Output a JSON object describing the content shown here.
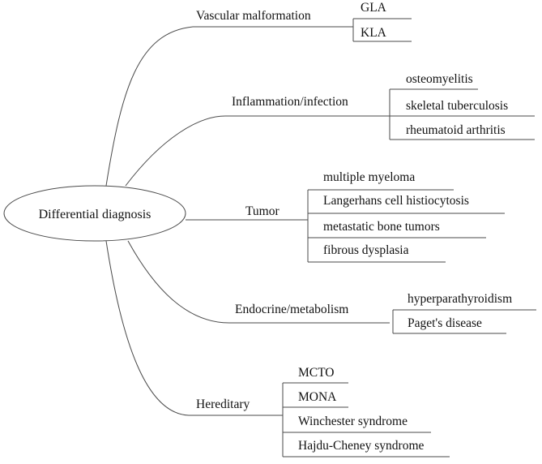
{
  "root": "Differential diagnosis",
  "categories": [
    {
      "label": "Vascular malformation",
      "items": [
        "GLA",
        "KLA"
      ]
    },
    {
      "label": "Inflammation/infection",
      "items": [
        "osteomyelitis",
        "skeletal tuberculosis",
        "rheumatoid arthritis"
      ]
    },
    {
      "label": "Tumor",
      "items": [
        "multiple myeloma",
        "Langerhans cell histiocytosis",
        "metastatic bone tumors",
        "fibrous dysplasia"
      ]
    },
    {
      "label": "Endocrine/metabolism",
      "items": [
        "hyperparathyroidism",
        "Paget's disease"
      ]
    },
    {
      "label": "Hereditary",
      "items": [
        "MCTO",
        "MONA",
        "Winchester syndrome",
        "Hajdu-Cheney syndrome"
      ]
    }
  ],
  "colors": {
    "line": "#4a4a4a",
    "text": "#111111",
    "background": "#ffffff"
  }
}
